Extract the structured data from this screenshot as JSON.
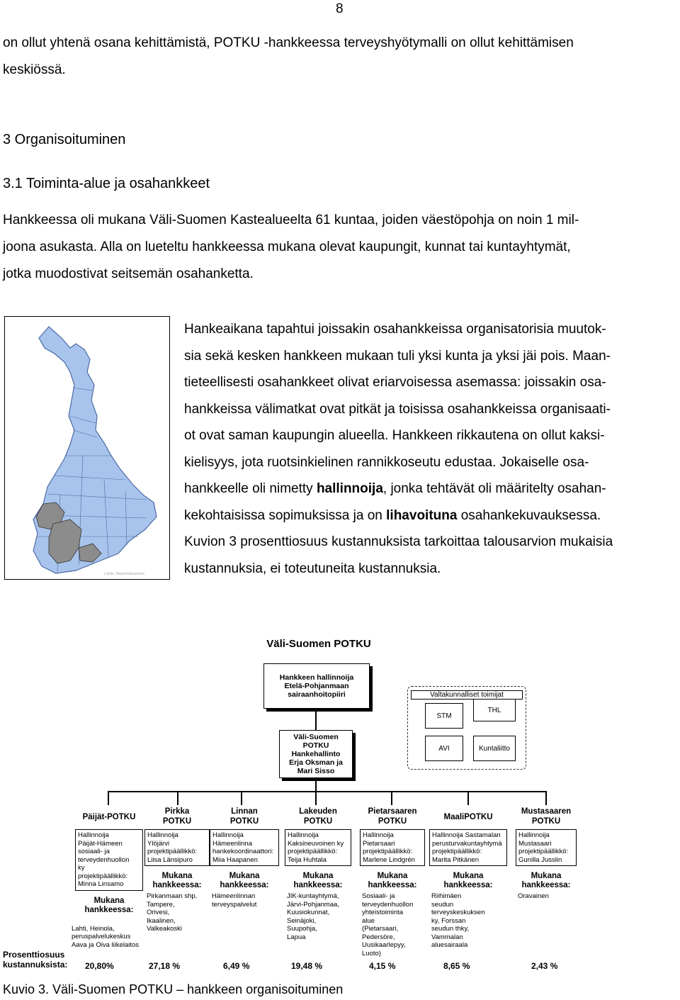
{
  "page_number": "8",
  "intro_lines": [
    "on ollut yhtenä osana kehittämistä, POTKU -hankkeessa terveyshyötymalli on ollut kehittämisen",
    "keskiössä."
  ],
  "heading_1": "3   Organisoituminen",
  "heading_2": "3.1   Toiminta-alue ja osahankkeet",
  "para2_lines": [
    "Hankkeessa oli mukana Väli-Suomen Kastealueelta 61 kuntaa, joiden väestöpohja on noin 1 mil-",
    "joona asukasta. Alla on lueteltu hankkeessa mukana olevat kaupungit, kunnat tai kuntayhtymät,",
    "jotka muodostivat seitsemän osahanketta."
  ],
  "right_lines": [
    "Hankeaikana tapahtui joissakin osahankkeissa organisatorisia muutok-",
    "sia sekä kesken hankkeen mukaan tuli yksi kunta ja yksi jäi pois. Maan-",
    "tieteellisesti osahankkeet olivat eriarvoisessa asemassa: joissakin osa-",
    "hankkeissa välimatkat ovat pitkät ja toisissa osahankkeissa organisaati-",
    "ot ovat saman kaupungin alueella. Hankkeen rikkautena on ollut kaksi-",
    "kielisyys, jota ruotsinkielinen rannikkoseutu edustaa. Jokaiselle osa-"
  ],
  "right_line7": {
    "a": "hankkeelle oli nimetty ",
    "b": "hallinnoija",
    "c": ", jonka tehtävät oli määritelty osahan-"
  },
  "right_line8": {
    "a": "kekohtaisissa sopimuksissa ja on ",
    "b": "lihavoituna",
    "c": " osahankekuvauksessa."
  },
  "right_lines_end": [
    "Kuvion 3 prosenttiosuus kustannuksista tarkoittaa talousarvion mukaisia",
    "kustannuksia, ei toteutuneita kustannuksia."
  ],
  "map_watermark": "Lähde: Maanmittauslaitos",
  "org": {
    "title": "Väli-Suomen POTKU",
    "top_box": [
      "Hankkeen hallinnoija",
      "Etelä-Pohjanmaan",
      "sairaanhoitopiiri"
    ],
    "mid_box": [
      "Väli-Suomen",
      "POTKU",
      "Hankehallinto",
      "Erja Oksman ja",
      "Mari Sisso"
    ],
    "national_title": "Valtakunnalliset toimijat",
    "national": [
      "STM",
      "THL",
      "AVI",
      "Kuntaliitto"
    ],
    "projects": [
      {
        "title": [
          "Päijät-POTKU"
        ],
        "admin": [
          "Hallinnoija",
          "Päijät-Hämeen",
          "sosiaali- ja",
          "terveydenhuollon",
          "ky",
          "projektipäällikkö:",
          "Minna Linsamo"
        ],
        "members_title": [
          "Mukana",
          "hankkeessa:"
        ],
        "members": [
          "Lahti, Heinola,",
          "peruspalvelukeskus",
          "Aava ja Oiva liikelaitos"
        ],
        "percent": "20,80%"
      },
      {
        "title": [
          "Pirkka",
          "POTKU"
        ],
        "admin": [
          "Hallinnoija",
          "Ylöjärvi",
          "projektipäällikkö:",
          "Liisa Länsipuro"
        ],
        "members_title": [
          "Mukana",
          "hankkeessa:"
        ],
        "members": [
          "Pirkanmaan shp,",
          "Tampere,",
          "Orivesi,",
          "Ikaalinen,",
          "Valkeakoski"
        ],
        "percent": "27,18 %"
      },
      {
        "title": [
          "Linnan",
          "POTKU"
        ],
        "admin": [
          "Hallinnoija",
          "Hämeenlinna",
          "hankekoordinaattori:",
          "Miia Haapanen"
        ],
        "members_title": [
          "Mukana",
          "hankkeessa:"
        ],
        "members": [
          "Hämeenlinnan",
          "terveyspalvelut"
        ],
        "percent": "6,49 %"
      },
      {
        "title": [
          "Lakeuden",
          "POTKU"
        ],
        "admin": [
          "Hallinnoija",
          "Kaksineuvoinen ky",
          "projektipäällikkö:",
          "Teija Huhtala"
        ],
        "members_title": [
          "Mukana",
          "hankkeessa:"
        ],
        "members": [
          "JIK-kuntayhtymä,",
          "Järvi-Pohjanmaa,",
          "Kuusiokunnat,",
          "Seinäjoki,",
          "Suupohja,",
          "Lapua"
        ],
        "percent": "19,48 %"
      },
      {
        "title": [
          "Pietarsaaren",
          "POTKU"
        ],
        "admin": [
          "Hallinnoija",
          "Pietarsaari",
          "projektipäällikkö:",
          "Marlene Lindgrén"
        ],
        "members_title": [
          "Mukana",
          "hankkeessa:"
        ],
        "members": [
          "Sosiaali- ja",
          "terveydenhuollon",
          "yhteistoiminta",
          "alue",
          "(Pietarsaari,",
          "Pedersöre,",
          "Uusikaarlepyy,",
          "Luoto)"
        ],
        "percent": "4,15 %"
      },
      {
        "title": [
          "MaaliPOTKU"
        ],
        "admin": [
          "Hallinnoija Sastamalan",
          "perusturvakuntayhtymä",
          "projektipäällikkö:",
          "Marita Pitkänen"
        ],
        "members_title": [
          "Mukana",
          "hankkeessa:"
        ],
        "members": [
          "Riihimäen",
          "seudun",
          "terveyskeskuksen",
          "ky, Forssan",
          "seudun thky,",
          "Vammalan",
          "aluesairaala"
        ],
        "percent": "8,65 %"
      },
      {
        "title": [
          "Mustasaaren",
          "POTKU"
        ],
        "admin": [
          "Hallinnoija",
          "Mustasaari",
          "projektipäällikkö:",
          "Gunilla Jusslin"
        ],
        "members_title": [
          "Mukana",
          "hankkeessa:"
        ],
        "members": [
          "Oravainen"
        ],
        "percent": "2,43 %"
      }
    ],
    "percent_label": [
      "Prosenttiosuus",
      "kustannuksista:"
    ]
  },
  "caption": "Kuvio 3. Väli-Suomen POTKU – hankkeen organisoituminen",
  "colors": {
    "map_fill": "#a9c4ec",
    "map_highlight": "#8c8c8c",
    "map_border": "#4a6aa5"
  }
}
